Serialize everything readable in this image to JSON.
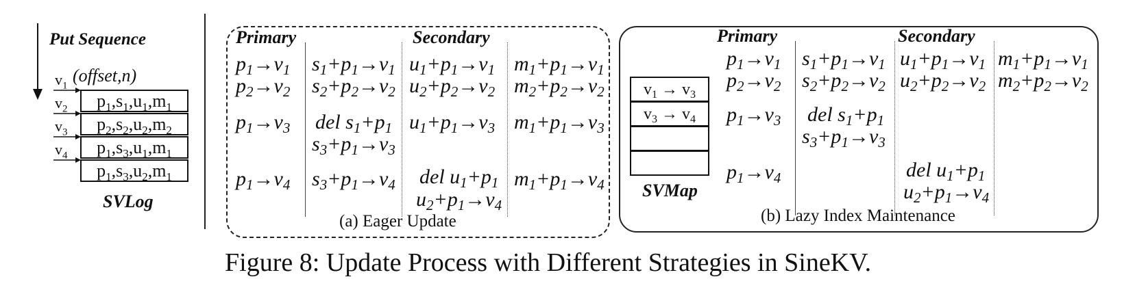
{
  "svlog": {
    "title": "Put Sequence",
    "offset_label": "(offset,n)",
    "label": "SVLog",
    "versions": [
      {
        "v": "v",
        "sub": "1"
      },
      {
        "v": "v",
        "sub": "2"
      },
      {
        "v": "v",
        "sub": "3"
      },
      {
        "v": "v",
        "sub": "4"
      }
    ],
    "entries": [
      [
        "p",
        "1",
        ",s",
        "1",
        ",u",
        "1",
        ",m",
        "1"
      ],
      [
        "p",
        "2",
        ",s",
        "2",
        ",u",
        "2",
        ",m",
        "2"
      ],
      [
        "p",
        "1",
        ",s",
        "3",
        ",u",
        "1",
        ",m",
        "1"
      ],
      [
        "p",
        "1",
        ",s",
        "3",
        ",u",
        "2",
        ",m",
        "1"
      ]
    ]
  },
  "eager": {
    "caption": "(a) Eager Update",
    "primary_header": "Primary",
    "secondary_header": "Secondary",
    "cells": {
      "p1": "p1→v1",
      "p2": "p2→v2",
      "p3": "p1→v3",
      "p4": "p1→v4",
      "s1": "s1+p1→v1",
      "s2": "s2+p2→v2",
      "s3a": "del s1+p1",
      "s3b": "s3+p1→v3",
      "s4": "s3+p1→v4",
      "u1": "u1+p1→v1",
      "u2": "u2+p2→v2",
      "u3": "u1+p1→v3",
      "u4a": "del u1+p1",
      "u4b": "u2+p1→v4",
      "m1": "m1+p1→v1",
      "m2": "m2+p2→v2",
      "m3": "m1+p1→v3",
      "m4": "m1+p1→v4"
    }
  },
  "lazy": {
    "caption": "(b) Lazy Index Maintenance",
    "primary_header": "Primary",
    "secondary_header": "Secondary",
    "svmap_label": "SVMap",
    "svmap_rows": [
      "v1 → v3",
      "v3 → v4",
      "",
      ""
    ],
    "cells": {
      "p1": "p1→v1",
      "p2": "p2→v2",
      "p3": "p1→v3",
      "p4": "p1→v4",
      "s1": "s1+p1→v1",
      "s2": "s2+p2→v2",
      "s3a": "del s1+p1",
      "s3b": "s3+p1→v3",
      "u1": "u1+p1→v1",
      "u2": "u2+p2→v2",
      "u4a": "del u1+p1",
      "u4b": "u2+p1→v4",
      "m1": "m1+p1→v1",
      "m2": "m2+p2→v2"
    }
  },
  "figure_caption": "Figure 8: Update Process with Different Strategies in SineKV."
}
